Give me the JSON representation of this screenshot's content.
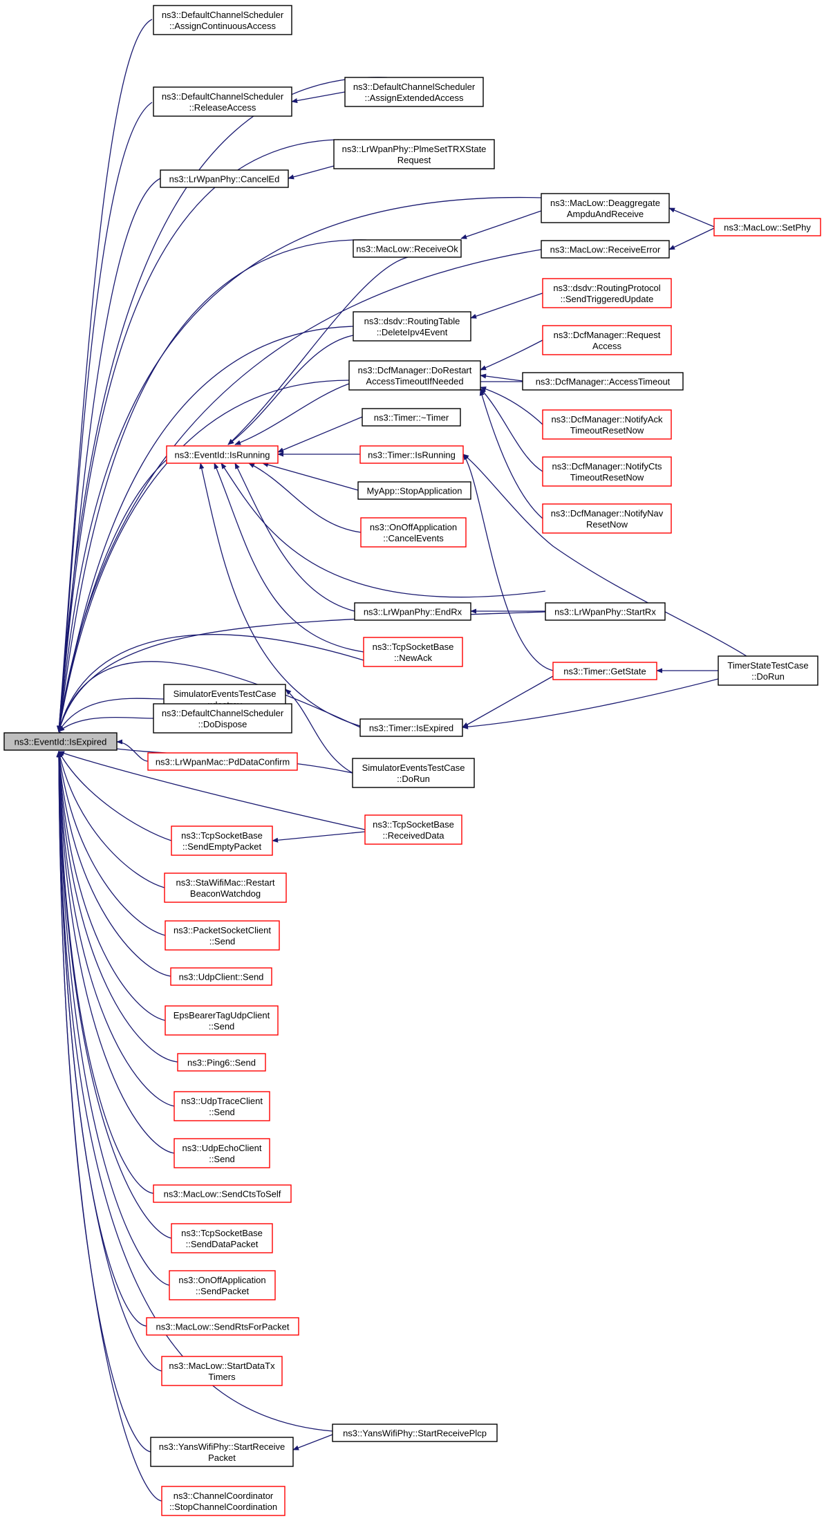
{
  "colors": {
    "edge": "#191970",
    "border_default": "#000000",
    "border_red": "#ff0000",
    "fill_default": "#ffffff",
    "fill_root": "#bfbfbf"
  },
  "nodes": [
    {
      "id": "root",
      "lines": [
        "ns3::EventId::IsExpired"
      ],
      "style": "root"
    },
    {
      "id": "dcs_assign_cont",
      "lines": [
        "ns3::DefaultChannelScheduler",
        "::AssignContinuousAccess"
      ],
      "style": "black"
    },
    {
      "id": "dcs_release",
      "lines": [
        "ns3::DefaultChannelScheduler",
        "::ReleaseAccess"
      ],
      "style": "black"
    },
    {
      "id": "dcs_assign_ext",
      "lines": [
        "ns3::DefaultChannelScheduler",
        "::AssignExtendedAccess"
      ],
      "style": "black"
    },
    {
      "id": "lrwpan_plme",
      "lines": [
        "ns3::LrWpanPhy::PlmeSetTRXState",
        "Request"
      ],
      "style": "black"
    },
    {
      "id": "lrwpan_canceled",
      "lines": [
        "ns3::LrWpanPhy::CancelEd"
      ],
      "style": "black"
    },
    {
      "id": "maclow_deagg",
      "lines": [
        "ns3::MacLow::Deaggregate",
        "AmpduAndReceive"
      ],
      "style": "black"
    },
    {
      "id": "maclow_setphy",
      "lines": [
        "ns3::MacLow::SetPhy"
      ],
      "style": "red"
    },
    {
      "id": "maclow_receiveok",
      "lines": [
        "ns3::MacLow::ReceiveOk"
      ],
      "style": "black"
    },
    {
      "id": "maclow_receiveerror",
      "lines": [
        "ns3::MacLow::ReceiveError"
      ],
      "style": "black"
    },
    {
      "id": "dsdv_sendtrig",
      "lines": [
        "ns3::dsdv::RoutingProtocol",
        "::SendTriggeredUpdate"
      ],
      "style": "red"
    },
    {
      "id": "dsdv_delete",
      "lines": [
        "ns3::dsdv::RoutingTable",
        "::DeleteIpv4Event"
      ],
      "style": "black"
    },
    {
      "id": "dcf_request",
      "lines": [
        "ns3::DcfManager::Request",
        "Access"
      ],
      "style": "red"
    },
    {
      "id": "dcf_dorestart",
      "lines": [
        "ns3::DcfManager::DoRestart",
        "AccessTimeoutIfNeeded"
      ],
      "style": "black"
    },
    {
      "id": "dcf_accesstimeout",
      "lines": [
        "ns3::DcfManager::AccessTimeout"
      ],
      "style": "black"
    },
    {
      "id": "timer_dtor",
      "lines": [
        "ns3::Timer::~Timer"
      ],
      "style": "black"
    },
    {
      "id": "dcf_notifyack",
      "lines": [
        "ns3::DcfManager::NotifyAck",
        "TimeoutResetNow"
      ],
      "style": "red"
    },
    {
      "id": "eventid_isrunning",
      "lines": [
        "ns3::EventId::IsRunning"
      ],
      "style": "red"
    },
    {
      "id": "timer_isrunning",
      "lines": [
        "ns3::Timer::IsRunning"
      ],
      "style": "red"
    },
    {
      "id": "dcf_notifycts",
      "lines": [
        "ns3::DcfManager::NotifyCts",
        "TimeoutResetNow"
      ],
      "style": "red"
    },
    {
      "id": "myapp_stop",
      "lines": [
        "MyApp::StopApplication"
      ],
      "style": "black"
    },
    {
      "id": "dcf_notifynav",
      "lines": [
        "ns3::DcfManager::NotifyNav",
        "ResetNow"
      ],
      "style": "red"
    },
    {
      "id": "onoff_cancel",
      "lines": [
        "ns3::OnOffApplication",
        "::CancelEvents"
      ],
      "style": "red"
    },
    {
      "id": "lrwpan_endrx",
      "lines": [
        "ns3::LrWpanPhy::EndRx"
      ],
      "style": "black"
    },
    {
      "id": "lrwpan_startrx",
      "lines": [
        "ns3::LrWpanPhy::StartRx"
      ],
      "style": "black"
    },
    {
      "id": "tcp_newack",
      "lines": [
        "ns3::TcpSocketBase",
        "::NewAck"
      ],
      "style": "red"
    },
    {
      "id": "timerstate_dorun",
      "lines": [
        "TimerStateTestCase",
        "::DoRun"
      ],
      "style": "black"
    },
    {
      "id": "simevents_destroy",
      "lines": [
        "SimulatorEventsTestCase",
        "::destroy"
      ],
      "style": "black"
    },
    {
      "id": "timer_getstate",
      "lines": [
        "ns3::Timer::GetState"
      ],
      "style": "red"
    },
    {
      "id": "dcs_dodispose",
      "lines": [
        "ns3::DefaultChannelScheduler",
        "::DoDispose"
      ],
      "style": "black"
    },
    {
      "id": "timer_isexpired",
      "lines": [
        "ns3::Timer::IsExpired"
      ],
      "style": "black"
    },
    {
      "id": "lrwpanmac_pd",
      "lines": [
        "ns3::LrWpanMac::PdDataConfirm"
      ],
      "style": "red"
    },
    {
      "id": "simevents_dorun",
      "lines": [
        "SimulatorEventsTestCase",
        "::DoRun"
      ],
      "style": "black"
    },
    {
      "id": "tcp_received",
      "lines": [
        "ns3::TcpSocketBase",
        "::ReceivedData"
      ],
      "style": "red"
    },
    {
      "id": "tcp_sendempty",
      "lines": [
        "ns3::TcpSocketBase",
        "::SendEmptyPacket"
      ],
      "style": "red"
    },
    {
      "id": "stawifi_restart",
      "lines": [
        "ns3::StaWifiMac::Restart",
        "BeaconWatchdog"
      ],
      "style": "red"
    },
    {
      "id": "packetsocket_send",
      "lines": [
        "ns3::PacketSocketClient",
        "::Send"
      ],
      "style": "red"
    },
    {
      "id": "udpclient_send",
      "lines": [
        "ns3::UdpClient::Send"
      ],
      "style": "red"
    },
    {
      "id": "epsbearer_send",
      "lines": [
        "EpsBearerTagUdpClient",
        "::Send"
      ],
      "style": "red"
    },
    {
      "id": "ping6_send",
      "lines": [
        "ns3::Ping6::Send"
      ],
      "style": "red"
    },
    {
      "id": "udptrace_send",
      "lines": [
        "ns3::UdpTraceClient",
        "::Send"
      ],
      "style": "red"
    },
    {
      "id": "udpecho_send",
      "lines": [
        "ns3::UdpEchoClient",
        "::Send"
      ],
      "style": "red"
    },
    {
      "id": "maclow_sendcts",
      "lines": [
        "ns3::MacLow::SendCtsToSelf"
      ],
      "style": "red"
    },
    {
      "id": "tcp_senddata",
      "lines": [
        "ns3::TcpSocketBase",
        "::SendDataPacket"
      ],
      "style": "red"
    },
    {
      "id": "onoff_sendpacket",
      "lines": [
        "ns3::OnOffApplication",
        "::SendPacket"
      ],
      "style": "red"
    },
    {
      "id": "maclow_sendrts",
      "lines": [
        "ns3::MacLow::SendRtsForPacket"
      ],
      "style": "red"
    },
    {
      "id": "maclow_startdatatx",
      "lines": [
        "ns3::MacLow::StartDataTx",
        "Timers"
      ],
      "style": "red"
    },
    {
      "id": "yans_startplcp",
      "lines": [
        "ns3::YansWifiPhy::StartReceivePlcp"
      ],
      "style": "black"
    },
    {
      "id": "yans_startrecv",
      "lines": [
        "ns3::YansWifiPhy::StartReceive",
        "Packet"
      ],
      "style": "black"
    },
    {
      "id": "chcoord_stop",
      "lines": [
        "ns3::ChannelCoordinator",
        "::StopChannelCoordination"
      ],
      "style": "red"
    }
  ]
}
